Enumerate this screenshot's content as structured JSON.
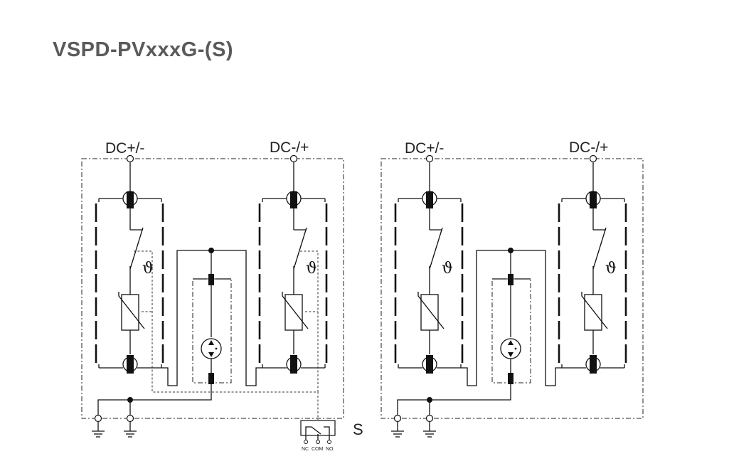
{
  "title": "VSPD-PVxxxG-(S)",
  "diagram_left": {
    "terminal_left_label": "DC+/-",
    "terminal_right_label": "DC-/+",
    "thermal_symbol": "ϑ"
  },
  "diagram_right": {
    "terminal_left_label": "DC+/-",
    "terminal_right_label": "DC-/+",
    "thermal_symbol": "ϑ"
  },
  "signal": {
    "label": "S",
    "contacts": [
      "NC",
      "COM",
      "NO"
    ]
  }
}
